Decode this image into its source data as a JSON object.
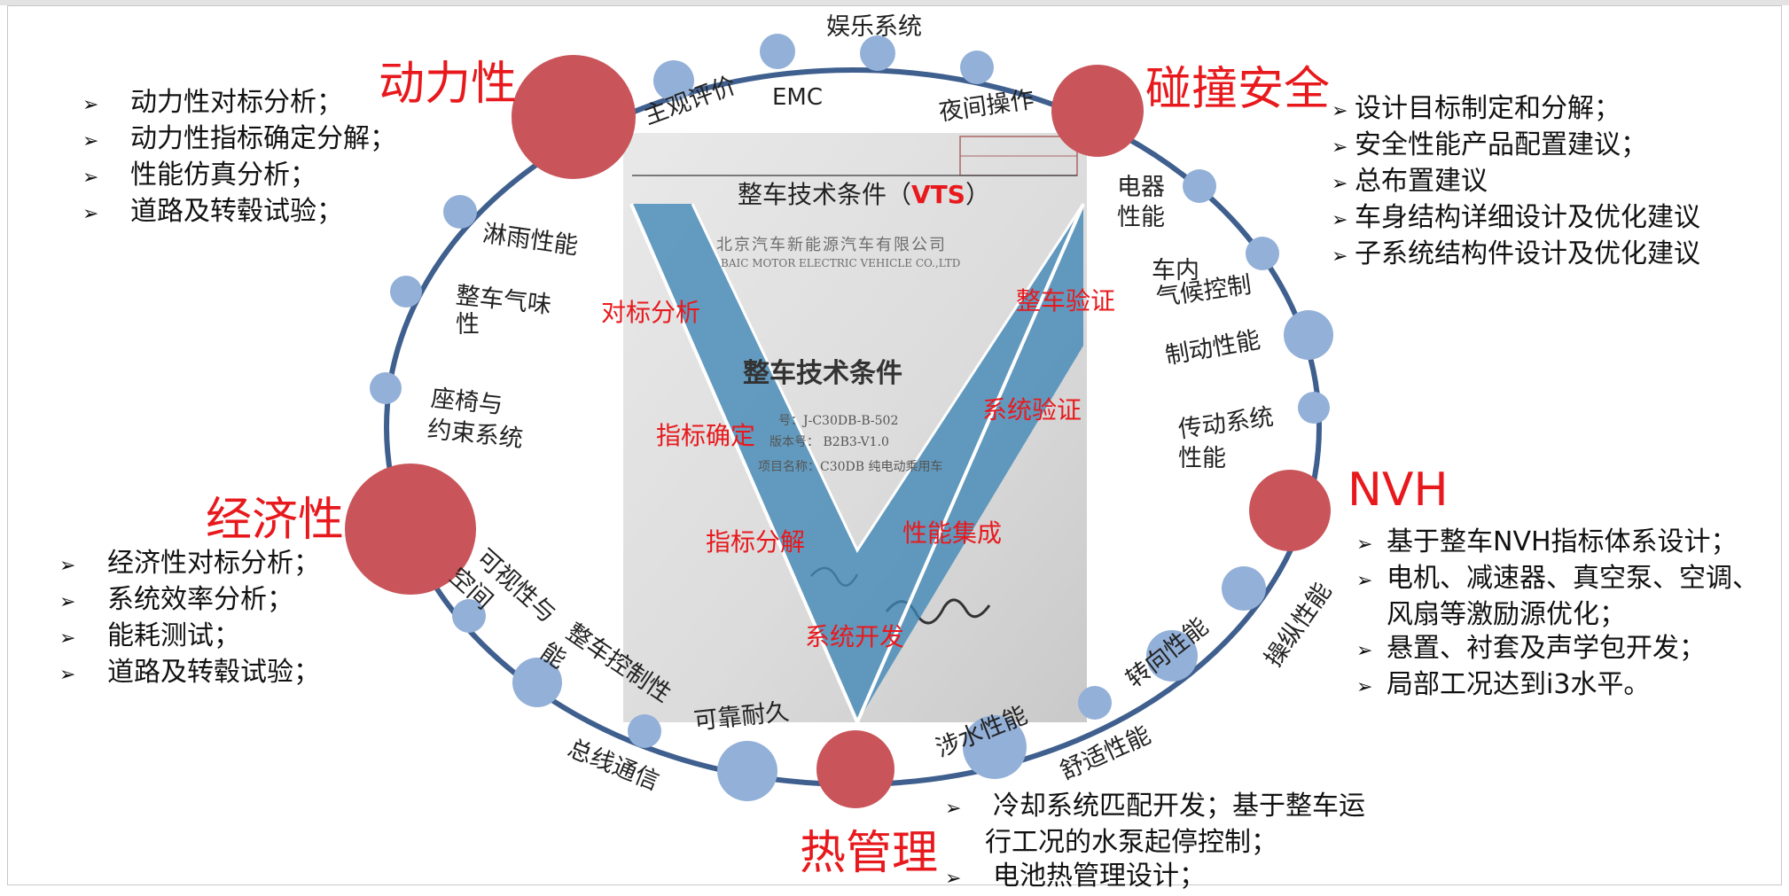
{
  "document": {
    "header_title": "整车技术条件（",
    "header_vts": "VTS",
    "header_close": "）",
    "company_cn": "北京汽车新能源汽车有限公司",
    "company_en": "BAIC MOTOR ELECTRIC VEHICLE CO.,LTD",
    "title": "整车技术条件",
    "line1": "号：J-C30DB-B-502",
    "line2": "版本号：  B2B3-V1.0",
    "line3": "项目名称：C30DB 纯电动乘用车"
  },
  "v_labels": {
    "left_top": "对标分析",
    "left_mid": "指标确定",
    "left_low": "指标分解",
    "right_top": "整车验证",
    "right_mid": "系统验证",
    "right_low": "性能集成",
    "bottom": "系统开发"
  },
  "main_attributes": {
    "dynamics": "动力性",
    "crash_safety": "碰撞安全",
    "economy": "经济性",
    "nvh": "NVH",
    "thermal": "热管理"
  },
  "ring_labels": {
    "entertainment": "娱乐系统",
    "emc": "EMC",
    "subjective": "主观评价",
    "night": "夜间操作",
    "electrical_1": "电器",
    "electrical_2": "性能",
    "climate_1": "车内",
    "climate_2": "气候控制",
    "braking": "制动性能",
    "drivetrain_1": "传动系统",
    "drivetrain_2": "性能",
    "handling": "操纵性能",
    "steering": "转向性能",
    "comfort": "舒适性能",
    "wading": "涉水性能",
    "durability": "可靠耐久",
    "bus": "总线通信",
    "visibility_1": "可视性与",
    "visibility_2": "空间",
    "control_1": "整车控制性",
    "control_2": "能",
    "seat_1": "座椅与",
    "seat_2": "约束系统",
    "odor_1": "整车气味",
    "odor_2": "性",
    "rain": "淋雨性能"
  },
  "bullets": {
    "dynamics": [
      "动力性对标分析；",
      "动力性指标确定分解；",
      "性能仿真分析；",
      "道路及转毂试验；"
    ],
    "crash": [
      "设计目标制定和分解；",
      "安全性能产品配置建议；",
      "总布置建议",
      "车身结构详细设计及优化建议",
      "子系统结构件设计及优化建议"
    ],
    "economy": [
      "经济性对标分析；",
      "系统效率分析；",
      "能耗测试；",
      "道路及转毂试验；"
    ],
    "nvh": [
      "基于整车NVH指标体系设计；",
      "电机、减速器、真空泵、空调、",
      "风扇等激励源优化；",
      "悬置、衬套及声学包开发；",
      "局部工况达到i3水平。"
    ],
    "thermal": [
      "冷却系统匹配开发；基于整车运",
      "行工况的水泵起停控制；",
      "电池热管理设计；"
    ]
  },
  "bullet_glyph": "➢",
  "colors": {
    "ring": "#3f5f8e",
    "main_circle": "#c9555a",
    "small_circle": "#93b0d8",
    "red_text": "#e8191d",
    "v_fill": "#3f86b6"
  }
}
